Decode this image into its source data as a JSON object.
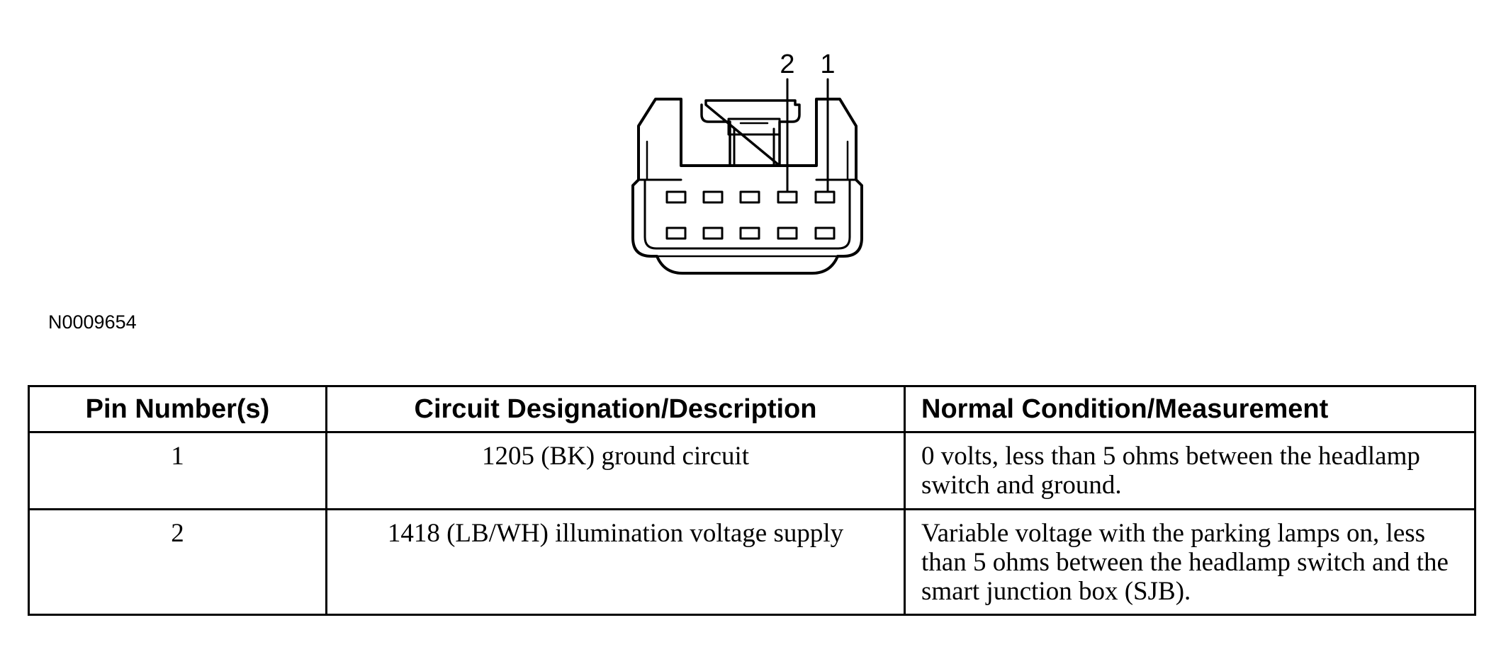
{
  "diagram": {
    "pin_callouts": [
      "2",
      "1"
    ],
    "figure_id": "N0009654"
  },
  "table": {
    "headers": [
      "Pin Number(s)",
      "Circuit Designation/Description",
      "Normal Condition/Measurement"
    ],
    "rows": [
      {
        "pin": "1",
        "circuit": "1205 (BK) ground circuit",
        "condition": "0 volts, less than 5 ohms between the headlamp switch and ground."
      },
      {
        "pin": "2",
        "circuit": "1418 (LB/WH) illumination voltage supply",
        "condition": "Variable voltage with the parking lamps on, less than 5 ohms between the headlamp switch and the smart junction box (SJB)."
      }
    ]
  }
}
